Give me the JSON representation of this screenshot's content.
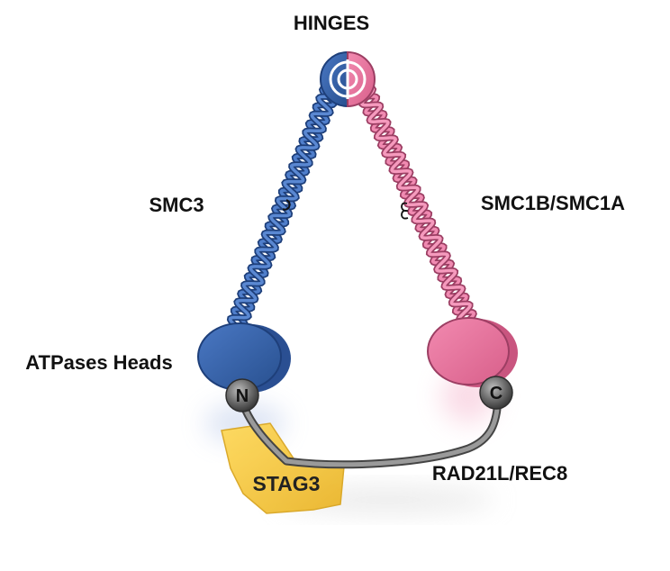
{
  "labels": {
    "hinges": "HINGES",
    "smc3": "SMC3",
    "smc1": "SMC1B/SMC1A",
    "atpases": "ATPases Heads",
    "stag3": "STAG3",
    "rad21": "RAD21L/REC8",
    "n_terminus": "N",
    "c_terminus": "C"
  },
  "colors": {
    "smc3_blue": "#2f5aa6",
    "smc1_pink": "#e5739c",
    "kleisin_gray": "#6e6e6e",
    "stag3_yellow": "#f5c842"
  }
}
